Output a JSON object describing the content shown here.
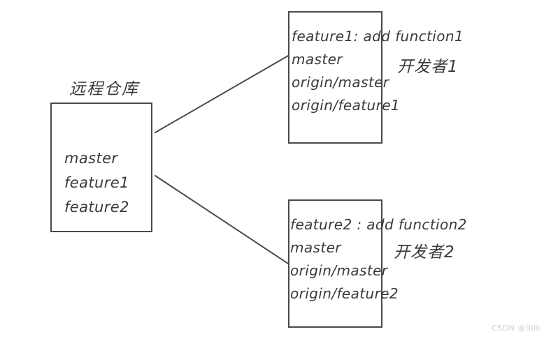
{
  "diagram": {
    "background_color": "#ffffff",
    "stroke_color": "#4a4a4a",
    "text_color": "#3a3a3a",
    "repo": {
      "title": "远程仓库",
      "branches": [
        "master",
        "feature1",
        "feature2"
      ]
    },
    "developers": [
      {
        "label": "开发者1",
        "lines": [
          "feature1: add function1",
          "master",
          "origin/master",
          "origin/feature1"
        ]
      },
      {
        "label": "开发者2",
        "lines": [
          "feature2 : add function2",
          "master",
          "origin/master",
          "origin/feature2"
        ]
      }
    ]
  },
  "watermark": {
    "text": "CSDN @9ilk",
    "color": "#d2d2d2"
  }
}
